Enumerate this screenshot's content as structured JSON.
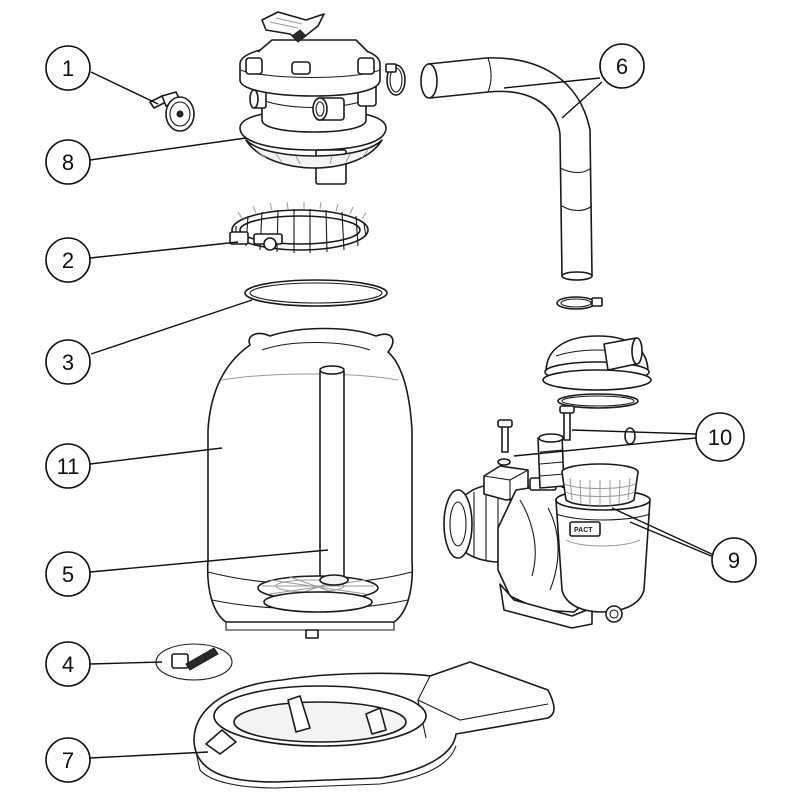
{
  "callouts": [
    {
      "id": "1",
      "label": "1"
    },
    {
      "id": "2",
      "label": "2"
    },
    {
      "id": "3",
      "label": "3"
    },
    {
      "id": "4",
      "label": "4"
    },
    {
      "id": "5",
      "label": "5"
    },
    {
      "id": "6",
      "label": "6"
    },
    {
      "id": "7",
      "label": "7"
    },
    {
      "id": "8",
      "label": "8"
    },
    {
      "id": "9",
      "label": "9"
    },
    {
      "id": "10",
      "label": "10"
    },
    {
      "id": "11",
      "label": "11"
    }
  ],
  "pump_brand_text": "PACT"
}
